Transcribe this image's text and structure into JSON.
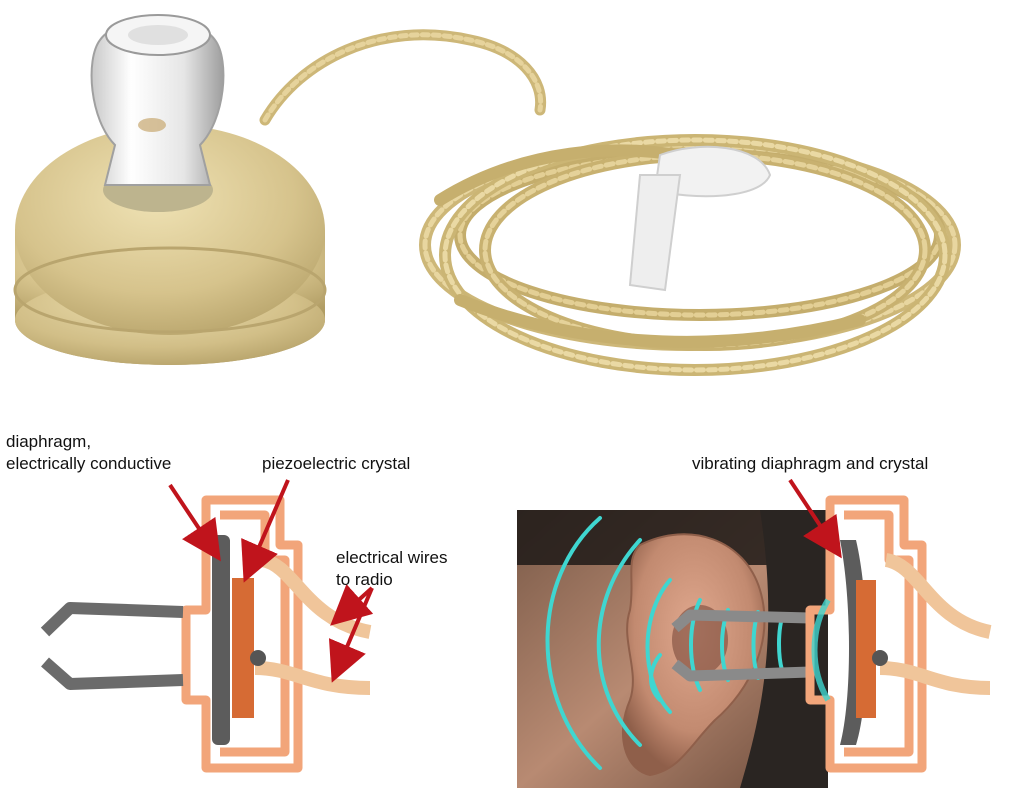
{
  "labels": {
    "diaphragm_line1": "diaphragm,",
    "diaphragm_line2": "electrically conductive",
    "crystal": "piezoelectric crystal",
    "wires_line1": "electrical wires",
    "wires_line2": "to radio",
    "vibrating": "vibrating diaphragm and crystal"
  },
  "colors": {
    "housing": "#f2a57a",
    "diaphragm": "#5c5c5c",
    "crystal": "#d66b34",
    "wire": "#f0c59a",
    "arrow": "#c0141c",
    "sound_wave": "#3fd6d0",
    "earpiece_body": "#d8c894",
    "cord": "#d9c388"
  },
  "icons": {
    "photo": "crystal-earpiece-photo",
    "ear": "ear-photo",
    "wave": "sound-wave-icon"
  }
}
